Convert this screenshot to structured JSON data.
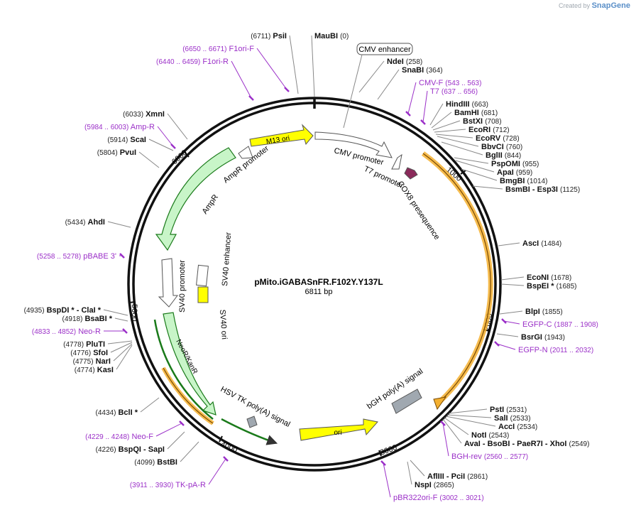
{
  "credit": {
    "prefix": "Created by",
    "brand": "SnapGene"
  },
  "plasmid": {
    "name": "pMito.iGABASnFR.F102Y.Y137L",
    "size": "6811 bp"
  },
  "ticks": [
    "1000",
    "2000",
    "3000",
    "4000",
    "5000",
    "6000"
  ],
  "colors": {
    "primer": "#9b30c8",
    "ori": "#ffff00",
    "orf_green": "#c8f5c8",
    "yellow_orf": "#f4b030",
    "sig": "#8a2a5a"
  },
  "features": {
    "m13": "M13 ori",
    "cmv_promoter": "CMV promoter",
    "t7_promoter": "T7 promoter",
    "cox8": "COX8 presequence",
    "ampr_promoter": "AmpR promoter",
    "ampr": "AmpR",
    "sv40_enh": "SV40 enhancer",
    "sv40_prom": "SV40 promoter",
    "sv40_ori": "SV40 ori",
    "neo": "NeoR/KanR",
    "hsv": "HSV TK poly(A) signal",
    "ori": "ori",
    "bgh": "bGH poly(A) signal",
    "cmv_enhancer": "CMV enhancer"
  },
  "labels": [
    {
      "pos": "(6711)",
      "name": "PsiI"
    },
    {
      "pos": "(0)",
      "name": "MauBI"
    },
    {
      "pos": "(258)",
      "name": "NdeI"
    },
    {
      "pos": "(364)",
      "name": "SnaBI"
    },
    {
      "pos": "(543 .. 563)",
      "name": "CMV-F",
      "primer": true
    },
    {
      "pos": "(637 .. 656)",
      "name": "T7",
      "primer": true
    },
    {
      "pos": "(663)",
      "name": "HindIII"
    },
    {
      "pos": "(681)",
      "name": "BamHI"
    },
    {
      "pos": "(708)",
      "name": "BstXI"
    },
    {
      "pos": "(712)",
      "name": "EcoRI"
    },
    {
      "pos": "(728)",
      "name": "EcoRV"
    },
    {
      "pos": "(760)",
      "name": "BbvCI"
    },
    {
      "pos": "(844)",
      "name": "BglII"
    },
    {
      "pos": "(955)",
      "name": "PspOMI"
    },
    {
      "pos": "(959)",
      "name": "ApaI"
    },
    {
      "pos": "(1014)",
      "name": "BmgBI"
    },
    {
      "pos": "(1125)",
      "name": "BsmBI",
      "extra": "- Esp3I"
    },
    {
      "pos": "(1484)",
      "name": "AscI"
    },
    {
      "pos": "(1678)",
      "name": "EcoNI"
    },
    {
      "pos": "(1685)",
      "name": "BspEI *"
    },
    {
      "pos": "(1855)",
      "name": "BlpI"
    },
    {
      "pos": "(1887 .. 1908)",
      "name": "EGFP-C",
      "primer": true
    },
    {
      "pos": "(1943)",
      "name": "BsrGI"
    },
    {
      "pos": "(2011 .. 2032)",
      "name": "EGFP-N",
      "primer": true
    },
    {
      "pos": "(2531)",
      "name": "PstI"
    },
    {
      "pos": "(2533)",
      "name": "SalI"
    },
    {
      "pos": "(2534)",
      "name": "AccI"
    },
    {
      "pos": "(2543)",
      "name": "NotI"
    },
    {
      "pos": "(2549)",
      "name": "AvaI",
      "extra": "- BsoBI - PaeR7I - XhoI"
    },
    {
      "pos": "(2560 .. 2577)",
      "name": "BGH-rev",
      "primer": true
    },
    {
      "pos": "(2861)",
      "name": "AflIII",
      "extra": "- PciI"
    },
    {
      "pos": "(2865)",
      "name": "NspI"
    },
    {
      "pos": "(3002 .. 3021)",
      "name": "pBR322ori-F",
      "primer": true
    },
    {
      "pos": "(3911 .. 3930)",
      "name": "TK-pA-R",
      "primer": true
    },
    {
      "pos": "(4099)",
      "name": "BstBI"
    },
    {
      "pos": "(4226)",
      "name": "BspQI",
      "extra": "- SapI"
    },
    {
      "pos": "(4229 .. 4248)",
      "name": "Neo-F",
      "primer": true
    },
    {
      "pos": "(4434)",
      "name": "BclI *"
    },
    {
      "pos": "(4774)",
      "name": "KasI"
    },
    {
      "pos": "(4775)",
      "name": "NarI"
    },
    {
      "pos": "(4776)",
      "name": "SfoI"
    },
    {
      "pos": "(4778)",
      "name": "PluTI"
    },
    {
      "pos": "(4833 .. 4852)",
      "name": "Neo-R",
      "primer": true
    },
    {
      "pos": "(4918)",
      "name": "BsaBI *"
    },
    {
      "pos": "(4935)",
      "name": "BspDI *",
      "extra": "- ClaI *"
    },
    {
      "pos": "(5258 .. 5278)",
      "name": "pBABE 3'",
      "primer": true
    },
    {
      "pos": "(5434)",
      "name": "AhdI"
    },
    {
      "pos": "(5804)",
      "name": "PvuI"
    },
    {
      "pos": "(5914)",
      "name": "ScaI"
    },
    {
      "pos": "(5984 .. 6003)",
      "name": "Amp-R",
      "primer": true
    },
    {
      "pos": "(6033)",
      "name": "XmnI"
    },
    {
      "pos": "(6440 .. 6459)",
      "name": "F1ori-R",
      "primer": true
    },
    {
      "pos": "(6650 .. 6671)",
      "name": "F1ori-F",
      "primer": true
    }
  ]
}
